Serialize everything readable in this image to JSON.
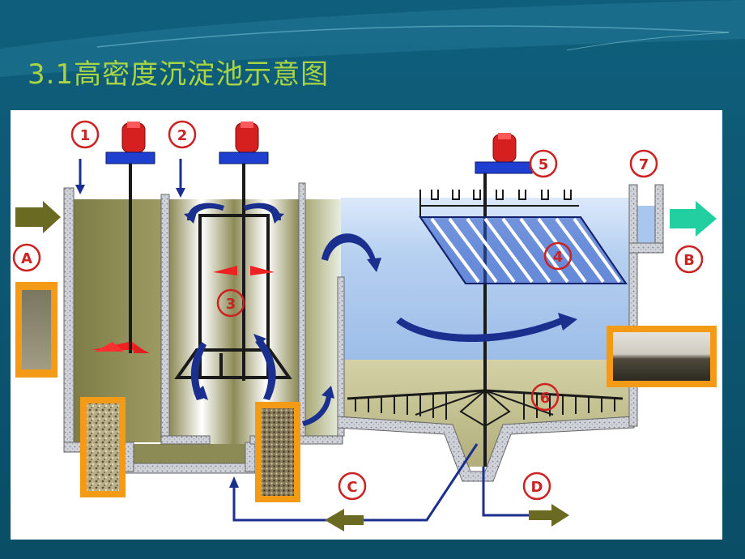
{
  "title": "3.1高密度沉淀池示意图",
  "markers": {
    "m1": "1",
    "m2": "2",
    "m3": "3",
    "m4": "4",
    "m5": "5",
    "m6": "6",
    "m7": "7",
    "a": "A",
    "b": "B",
    "c": "C",
    "d": "D"
  },
  "colors": {
    "slide_bg": "#0d5a75",
    "title": "#a9d542",
    "sludge": "#8c8a55",
    "water": "#aac9ee",
    "arrow": "#1b2f8f",
    "marker": "#cc2222",
    "photo_frame": "#f39a17"
  }
}
